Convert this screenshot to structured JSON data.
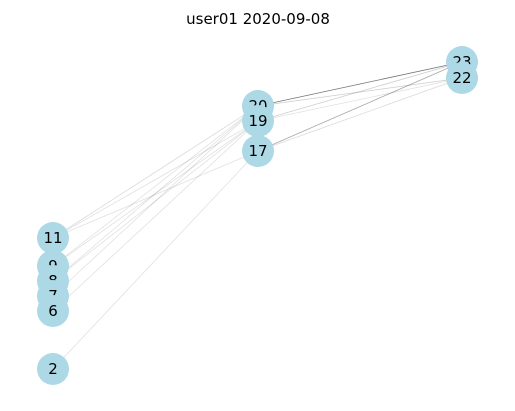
{
  "title": "user01 2020-09-08",
  "colors": {
    "node_fill": "#add8e6",
    "edge_stroke": "#000000",
    "label": "#000000"
  },
  "nodes": [
    {
      "id": "23",
      "label": "23"
    },
    {
      "id": "22",
      "label": "22"
    },
    {
      "id": "20",
      "label": "20"
    },
    {
      "id": "19",
      "label": "19"
    },
    {
      "id": "17",
      "label": "17"
    },
    {
      "id": "11",
      "label": "11"
    },
    {
      "id": "9",
      "label": "9"
    },
    {
      "id": "8",
      "label": "8"
    },
    {
      "id": "7",
      "label": "7"
    },
    {
      "id": "6",
      "label": "6"
    },
    {
      "id": "2",
      "label": "2"
    }
  ],
  "edges": [
    {
      "source": "20",
      "target": "23",
      "weight": 0.55
    },
    {
      "source": "20",
      "target": "22",
      "weight": 0.2
    },
    {
      "source": "19",
      "target": "23",
      "weight": 0.2
    },
    {
      "source": "19",
      "target": "22",
      "weight": 0.12
    },
    {
      "source": "17",
      "target": "23",
      "weight": 0.35
    },
    {
      "source": "17",
      "target": "22",
      "weight": 0.15
    },
    {
      "source": "11",
      "target": "20",
      "weight": 0.15
    },
    {
      "source": "11",
      "target": "19",
      "weight": 0.12
    },
    {
      "source": "11",
      "target": "17",
      "weight": 0.12
    },
    {
      "source": "9",
      "target": "20",
      "weight": 0.12
    },
    {
      "source": "9",
      "target": "19",
      "weight": 0.12
    },
    {
      "source": "8",
      "target": "20",
      "weight": 0.12
    },
    {
      "source": "8",
      "target": "19",
      "weight": 0.12
    },
    {
      "source": "7",
      "target": "20",
      "weight": 0.12
    },
    {
      "source": "6",
      "target": "19",
      "weight": 0.12
    },
    {
      "source": "2",
      "target": "17",
      "weight": 0.12
    }
  ]
}
